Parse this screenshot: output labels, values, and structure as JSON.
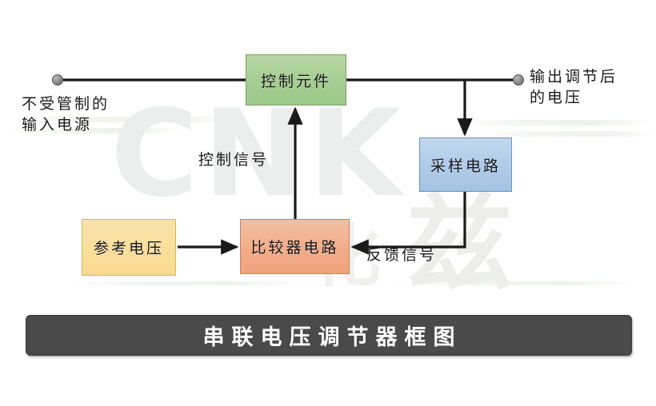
{
  "diagram": {
    "title": "串联电压调节器框图",
    "blocks": {
      "control_element": {
        "label": "控制元件",
        "color": "#a9cf96"
      },
      "sampling_circuit": {
        "label": "采样电路",
        "color": "#b2cde9"
      },
      "comparator_circuit": {
        "label": "比较器电路",
        "color": "#f2ae8c"
      },
      "reference_voltage": {
        "label": "参考电压",
        "color": "#fadf9e"
      }
    },
    "labels": {
      "input_source": "不受管制的\n输入电源",
      "output_voltage": "输出调节后\n的电压",
      "control_signal": "控制信号",
      "feedback_signal": "反馈信号"
    },
    "terminals": {
      "input_node": "input-terminal-dot",
      "output_node": "output-terminal-dot"
    },
    "wire_color": "#1a1a1a"
  },
  "watermark": {
    "main": "CNK",
    "cn": "兹",
    "cn2": "化"
  }
}
